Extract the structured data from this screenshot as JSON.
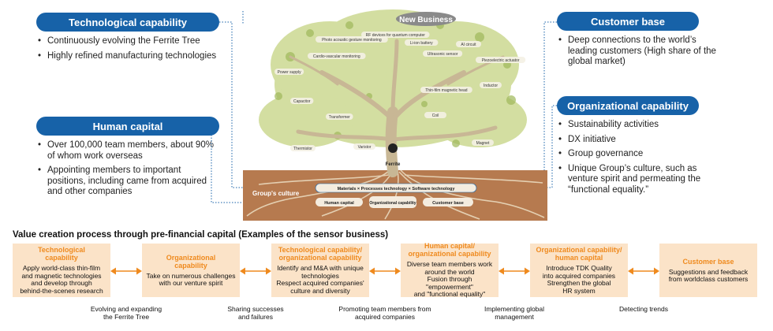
{
  "left_panel": {
    "tech": {
      "title": "Technological capability",
      "bullets": [
        "Continuously evolving the Ferrite Tree",
        "Highly refined manufacturing technologies"
      ]
    },
    "human": {
      "title": "Human capital",
      "bullets": [
        "Over 100,000 team members, about 90% of whom work overseas",
        "Appointing members to important positions, including came from acquired and other companies"
      ]
    }
  },
  "right_panel": {
    "customer": {
      "title": "Customer base",
      "bullets": [
        "Deep connections to the world’s leading customers (High share of the global market)"
      ]
    },
    "org": {
      "title": "Organizational capability",
      "bullets": [
        "Sustainability activities",
        "DX initiative",
        "Group governance",
        "Unique Group’s culture, such as venture spirit and permeating the “functional equality.”"
      ]
    }
  },
  "tree": {
    "new_business": "New Business",
    "ferrite": "Ferrite",
    "groups_culture": "Group's culture",
    "materials_bar": "Materials × Processes technology × Software technology",
    "bottom_labels": [
      "Human capital",
      "Organizational capability",
      "Customer base"
    ],
    "product_labels": [
      "RF devices for quantum computer",
      "Li-ion battery",
      "Photo acoustic gesture monitoring",
      "Cardio-vascular monitoring",
      "Ultrasonic sensor",
      "AI circuit",
      "Piezoelectric actuator",
      "Power supply",
      "Thin-film magnetic head",
      "Capacitor",
      "Inductor",
      "Transformer",
      "Coil",
      "Varistor",
      "Thermistor",
      "Magnet"
    ]
  },
  "process": {
    "title": "Value creation process through pre-financial capital (Examples of the sensor business)",
    "boxes": [
      {
        "title": "Technological\ncapability",
        "desc": "Apply world-class thin-film\nand magnetic technologies\nand develop through\nbehind-the-scenes research"
      },
      {
        "title": "Organizational\ncapability",
        "desc": "Take on numerous challenges\nwith our venture spirit"
      },
      {
        "title": "Technological capability/\norganizational capability",
        "desc": "Identify and M&A with unique\ntechnologies\nRespect acquired companies'\nculture and diversity"
      },
      {
        "title": "Human capital/\norganizational capability",
        "desc": "Diverse team members work\naround the world\nFusion through \"empowerment\"\nand \"functional equality\""
      },
      {
        "title": "Organizational capability/\nhuman capital",
        "desc": "Introduce TDK Quality\ninto acquired companies\nStrengthen the global\nHR system"
      },
      {
        "title": "Customer base",
        "desc": "Suggestions and feedback\nfrom worldclass customers"
      }
    ],
    "arrow_labels": [
      "Evolving and expanding\nthe Ferrite Tree",
      "Sharing successes\nand failures",
      "Promoting team members from\nacquired companies",
      "Implementing global\nmanagement",
      "Detecting trends"
    ]
  },
  "colors": {
    "pill_blue": "#1762a8",
    "box_fill": "#fbe3c8",
    "box_title": "#ef8a1e",
    "arrow": "#ef8a1e",
    "soil": "#b67a4f",
    "foliage": "#c9d68a",
    "trunk": "#c8b795"
  }
}
